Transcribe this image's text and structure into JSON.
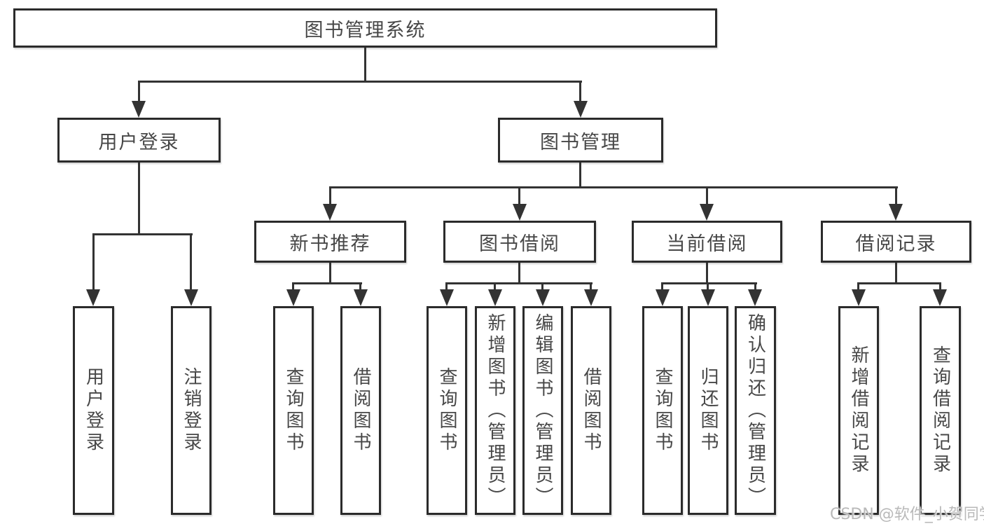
{
  "title": "图书管理系统",
  "nodes": {
    "root": "图书管理系统",
    "level2": [
      "用户登录",
      "图书管理"
    ],
    "level3": [
      "新书推荐",
      "图书借阅",
      "当前借阅",
      "借阅记录"
    ],
    "leaves_user": [
      "用户登录",
      "注销登录"
    ],
    "leaves_newbook": [
      "查询图书",
      "借阅图书"
    ],
    "leaves_borrow": [
      "查询图书",
      "新增图书（管理员）",
      "编辑图书（管理员）",
      "借阅图书"
    ],
    "leaves_current": [
      "查询图书",
      "归还图书",
      "确认归还（管理员）"
    ],
    "leaves_records": [
      "新增借阅记录",
      "查询借阅记录"
    ]
  },
  "watermark": "CSDN @软件_小贺同学",
  "colors": {
    "line": "#333333",
    "border": "#2b2b2b",
    "text": "#474747",
    "watermark": "#b9b9b9",
    "background": "#ffffff"
  }
}
